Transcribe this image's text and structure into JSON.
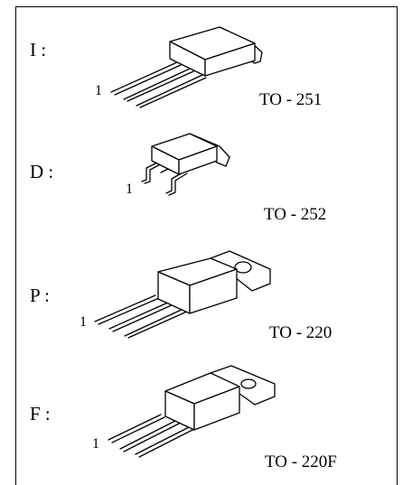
{
  "packages": [
    {
      "letter": "I :",
      "pin": "1",
      "name": "TO - 251"
    },
    {
      "letter": "D :",
      "pin": "1",
      "name": "TO - 252"
    },
    {
      "letter": "P :",
      "pin": "1",
      "name": "TO - 220"
    },
    {
      "letter": "F :",
      "pin": "1",
      "name": "TO - 220F"
    }
  ]
}
